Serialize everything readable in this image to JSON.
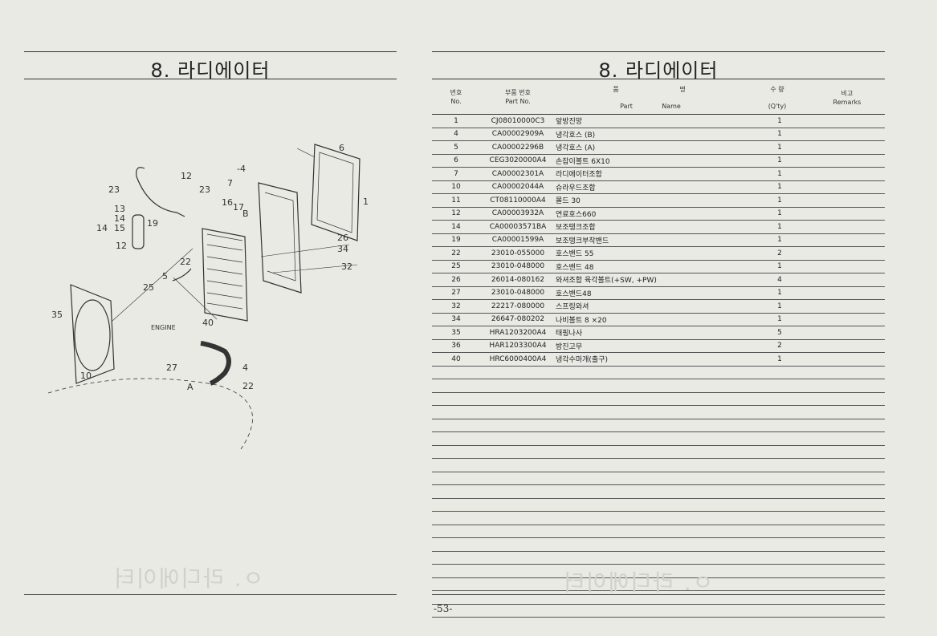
{
  "left_page": {
    "title": "8. 라디에이터",
    "callouts": [
      "6",
      "-4",
      "12",
      "23",
      "7",
      "23",
      "16",
      "17",
      "B",
      "13",
      "14",
      "15",
      "19",
      "12",
      "14",
      "1",
      "26",
      "34",
      "32",
      "22",
      "5",
      "25",
      "35",
      "40",
      "ENGINE",
      "A",
      "27",
      "4",
      "22",
      "10"
    ]
  },
  "right_page": {
    "title": "8. 라디에이터",
    "headers": {
      "no_ko": "번호",
      "no_en": "No.",
      "part_no_ko": "부품 번호",
      "part_no_en": "Part  No.",
      "name_ko_1": "품",
      "name_ko_2": "명",
      "name_en_1": "Part",
      "name_en_2": "Name",
      "qty_ko": "수  량",
      "qty_en": "(Q'ty)",
      "remarks_ko": "비고",
      "remarks_en": "Remarks"
    },
    "rows": [
      {
        "no": "1",
        "part": "CJ08010000C3",
        "name": "앞방진망",
        "qty": "1"
      },
      {
        "no": "4",
        "part": "CA00002909A",
        "name": "냉각호스 (B)",
        "qty": "1"
      },
      {
        "no": "5",
        "part": "CA00002296B",
        "name": "냉각호스 (A)",
        "qty": "1"
      },
      {
        "no": "6",
        "part": "CEG3020000A4",
        "name": "손잡이볼트 6X10",
        "qty": "1"
      },
      {
        "no": "7",
        "part": "CA00002301A",
        "name": "라디에이터조합",
        "qty": "1"
      },
      {
        "no": "10",
        "part": "CA00002044A",
        "name": "슈라우드조합",
        "qty": "1"
      },
      {
        "no": "11",
        "part": "CT08110000A4",
        "name": "몰드 30",
        "qty": "1"
      },
      {
        "no": "12",
        "part": "CA00003932A",
        "name": "연료호스660",
        "qty": "1"
      },
      {
        "no": "14",
        "part": "CA00003571BA",
        "name": "보조탱크조합",
        "qty": "1"
      },
      {
        "no": "19",
        "part": "CA00001599A",
        "name": "보조탱크부착밴드",
        "qty": "1"
      },
      {
        "no": "22",
        "part": "23010-055000",
        "name": "호스밴드 55",
        "qty": "2"
      },
      {
        "no": "25",
        "part": "23010-048000",
        "name": "호스밴드 48",
        "qty": "1"
      },
      {
        "no": "26",
        "part": "26014-080162",
        "name": "와셔조합 육각볼트(+SW, +PW)",
        "qty": "4"
      },
      {
        "no": "27",
        "part": "23010-048000",
        "name": "호스밴드48",
        "qty": "1"
      },
      {
        "no": "32",
        "part": "22217-080000",
        "name": "스프링와셔",
        "qty": "1"
      },
      {
        "no": "34",
        "part": "26647-080202",
        "name": "나비볼트 8 ×20",
        "qty": "1"
      },
      {
        "no": "35",
        "part": "HRA1203200A4",
        "name": "태핑나사",
        "qty": "5"
      },
      {
        "no": "36",
        "part": "HAR1203300A4",
        "name": "방진고무",
        "qty": "2"
      },
      {
        "no": "40",
        "part": "HRC6000400A4",
        "name": "냉각수마개(출구)",
        "qty": "1"
      }
    ],
    "page_number": "-53-"
  }
}
